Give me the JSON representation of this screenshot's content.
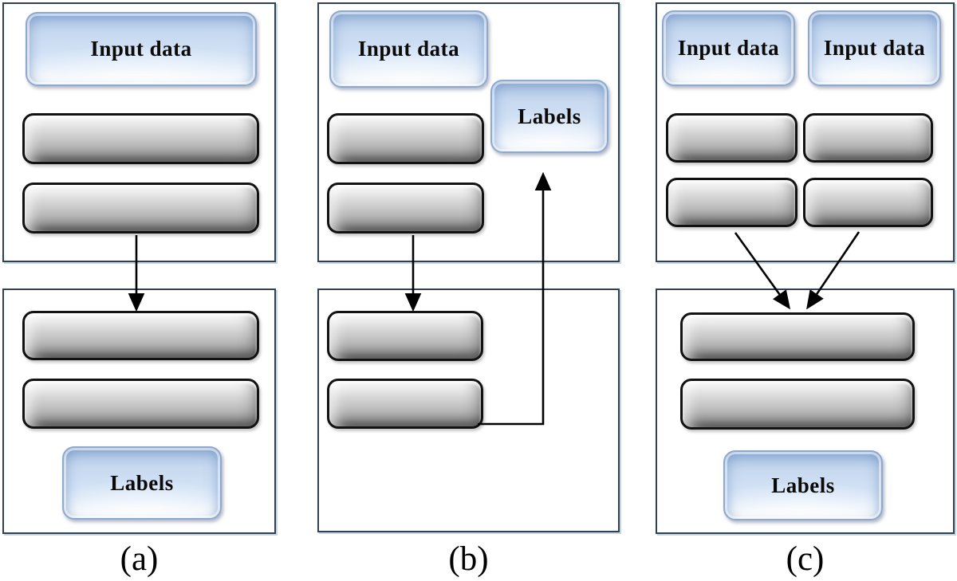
{
  "figure": {
    "button_labels": {
      "input_data": "Input data",
      "labels": "Labels"
    },
    "panels": [
      {
        "id": "a",
        "caption": "(a)"
      },
      {
        "id": "b",
        "caption": "(b)"
      },
      {
        "id": "c",
        "caption": "(c)"
      }
    ],
    "arrows": [
      {
        "panel": "a",
        "shape": "straight-down",
        "from": "input-stack-bottom-bar",
        "to": "output-stack-top-bar"
      },
      {
        "panel": "b",
        "shape": "straight-down",
        "from": "input-stack-bottom-bar",
        "to": "output-stack-top-bar"
      },
      {
        "panel": "b",
        "shape": "L-up",
        "from": "output-stack-bottom-bar",
        "to": "labels-box"
      },
      {
        "panel": "c",
        "shape": "diagonal-down-right",
        "from": "left-input-stack-bottom-bar",
        "to": "shared-top-bar"
      },
      {
        "panel": "c",
        "shape": "diagonal-down-left",
        "from": "right-input-stack-bottom-bar",
        "to": "shared-top-bar"
      }
    ]
  },
  "colors": {
    "background": "#ffffff",
    "panel_border": "#2e4156",
    "blue_button_border": "#8fa9cc",
    "blue_button_fill": "#cfe0f4",
    "gray_bar_border": "#121212",
    "gray_bar_fill": "#c7c7c7",
    "arrow": "#000000",
    "text": "#000000"
  }
}
